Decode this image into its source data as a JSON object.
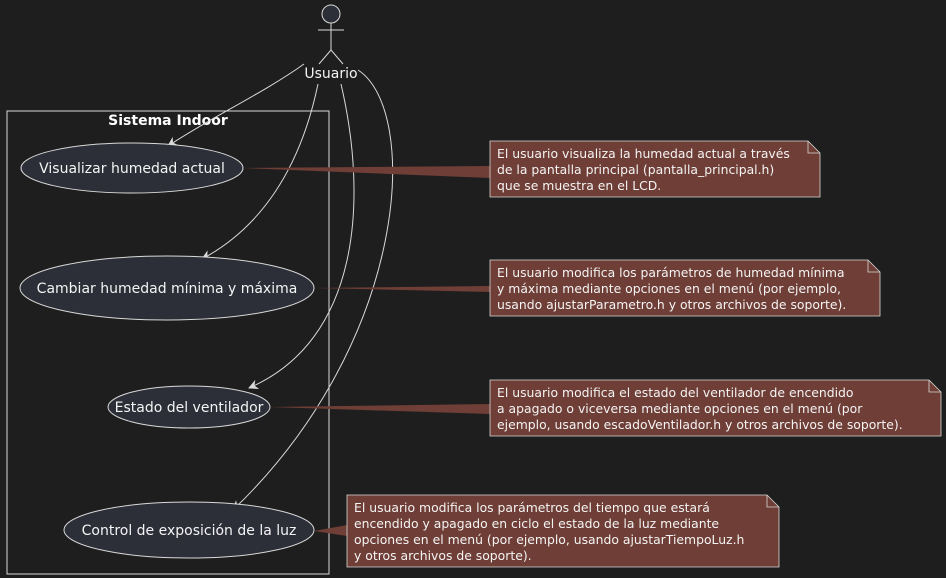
{
  "actor": {
    "name": "Usuario"
  },
  "system": {
    "title": "Sistema Indoor"
  },
  "use_cases": [
    {
      "label": "Visualizar humedad actual"
    },
    {
      "label": "Cambiar humedad mínima y máxima"
    },
    {
      "label": "Estado del ventilador"
    },
    {
      "label": "Control de exposición de la luz"
    }
  ],
  "notes": [
    {
      "text": "El usuario visualiza la humedad actual a través\nde la pantalla principal (pantalla_principal.h)\nque se muestra en el LCD."
    },
    {
      "text": "El usuario modifica los parámetros de humedad mínima\ny máxima mediante opciones en el menú (por ejemplo,\nusando ajustarParametro.h y otros archivos de soporte)."
    },
    {
      "text": "El usuario modifica el estado del ventilador de encendido\na apagado o viceversa mediante opciones en el menú (por\nejemplo, usando escadoVentilador.h y otros archivos de soporte)."
    },
    {
      "text": "El usuario modifica los parámetros del tiempo que estará\nencendido y apagado en ciclo el estado de la luz mediante\nopciones en el menú (por ejemplo, usando ajustarTiempoLuz.h\ny otros archivos de soporte)."
    }
  ],
  "colors": {
    "background": "#1e1e1e",
    "use_case_fill": "#2d2f38",
    "note_fill": "#6f3e36",
    "line": "#d9d9d9",
    "text": "#f4f4f4"
  }
}
